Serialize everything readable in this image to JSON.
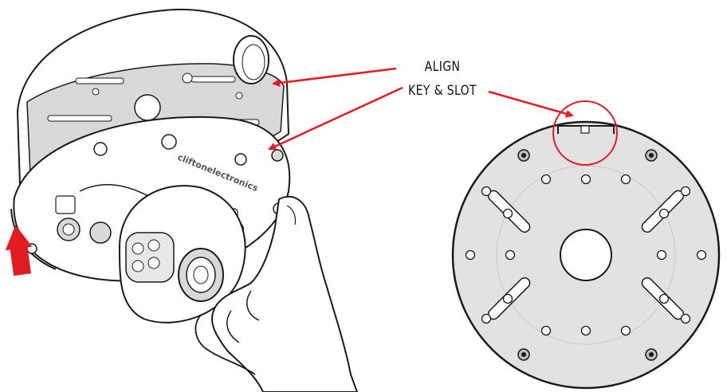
{
  "callout": {
    "line1": "ALIGN",
    "line2": "KEY & SLOT"
  },
  "camera": {
    "brand_mark": "cliftonelectronics"
  },
  "icons": {
    "up_arrow": "up-arrow-icon",
    "callout_arrow": "callout-arrow-icon",
    "highlight_circle": "highlight-circle-icon"
  },
  "colors": {
    "accent": "#e31b23",
    "line": "#1a1a1a",
    "housing_shade": "#d9d9d9",
    "plate_fill": "#e2e2e2",
    "hole_fill": "#ffffff"
  }
}
